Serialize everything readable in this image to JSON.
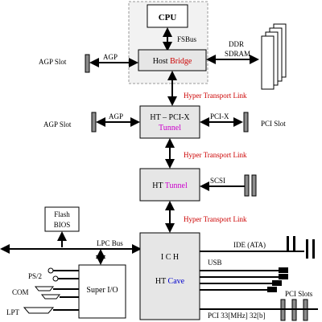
{
  "nodes": {
    "cpu": "CPU",
    "fsbus": "FSBus",
    "ddr_line1": "DDR",
    "ddr_line2": "SDRAM",
    "host_bridge_a": "Host",
    "host_bridge_b": "Bridge",
    "agp_slot_1": "AGP Slot",
    "agp_1": "AGP",
    "ht_link_1": "Hyper Transport Link",
    "ht_pcix_a": "HT – PCI-X",
    "ht_pcix_b": "Tunnel",
    "agp_slot_2": "AGP Slot",
    "agp_2": "AGP",
    "pcix": "PCI-X",
    "pci_slot": "PCI Slot",
    "ht_link_2": "Hyper Transport Link",
    "ht_tunnel_a": "HT",
    "ht_tunnel_b": "Tunnel",
    "scsi": "SCSI",
    "ht_link_3": "Hyper Transport Link",
    "flash_bios_1": "Flash",
    "flash_bios_2": "BIOS",
    "lpc_bus": "LPC Bus",
    "ich": "I C H",
    "ht_cave_a": "HT",
    "ht_cave_b": "Cave",
    "ide": "IDE (ATA)",
    "usb": "USB",
    "ps2": "PS/2",
    "com": "COM",
    "lpt": "LPT",
    "super_io": "Super I/O",
    "pci_slots": "PCI Slots",
    "pci_bus": "PCI 33[MHz] 32[b]"
  },
  "colors": {
    "link_text": "#cc0000",
    "tunnel_text": "#cc00cc",
    "cave_text": "#0000cc",
    "box_fill": "#e6e6e6",
    "connector_fill": "#8c8c8c"
  }
}
